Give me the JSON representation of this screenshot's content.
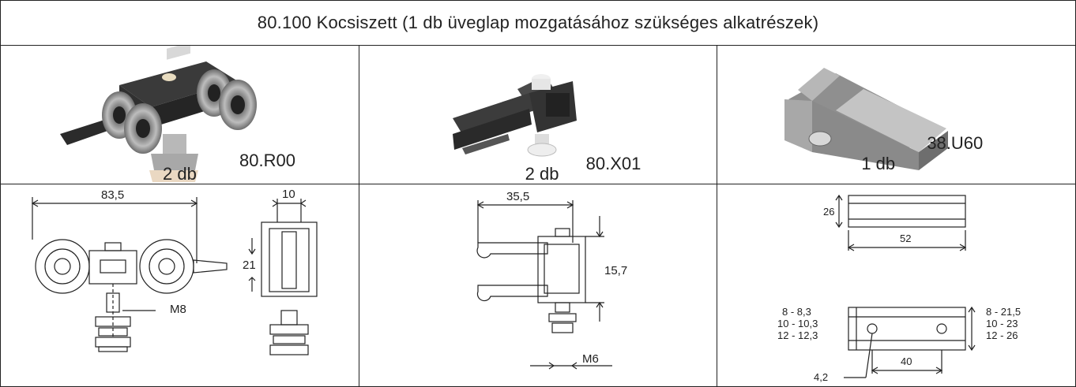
{
  "title": "80.100 Kocsiszett (1 db üveglap mozgatásához szükséges alkatrészek)",
  "parts": [
    {
      "code": "80.R00",
      "qty": "2 db"
    },
    {
      "code": "80.X01",
      "qty": "2 db"
    },
    {
      "code": "38.U60",
      "qty": "1 db"
    }
  ],
  "drawings": {
    "r00": {
      "width": "83,5",
      "height": "21",
      "thread": "M8",
      "side_width": "10"
    },
    "x01": {
      "width": "35,5",
      "height": "15,7",
      "thread": "M6"
    },
    "u60": {
      "height": "26",
      "length": "52",
      "hole_spacing": "40",
      "hole_dia": "4,2",
      "left_ranges": [
        "8 - 8,3",
        "10 - 10,3",
        "12 - 12,3"
      ],
      "right_ranges": [
        "8 - 21,5",
        "10 - 23",
        "12 - 26"
      ]
    }
  }
}
